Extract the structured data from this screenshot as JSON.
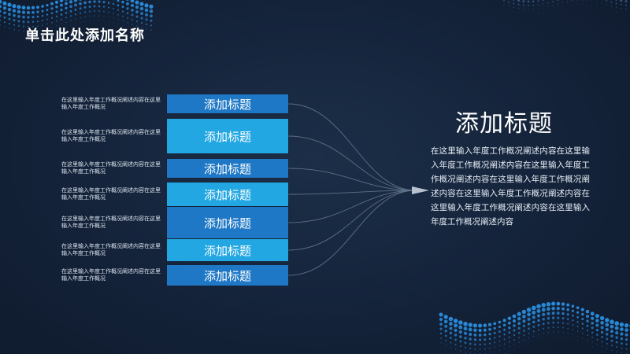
{
  "slide_title": "单击此处添加名称",
  "rows": [
    {
      "box": "添加标题",
      "text": "在这里输入年度工作概况阐述内容在这里输入年度工作概况",
      "color": "#1f78c6"
    },
    {
      "box": "添加标题",
      "text": "在这里输入年度工作概况阐述内容在这里输入年度工作概况",
      "color": "#22a7e2"
    },
    {
      "box": "添加标题",
      "text": "在这里输入年度工作概况阐述内容在这里输入年度工作概况",
      "color": "#1f78c6"
    },
    {
      "box": "添加标题",
      "text": "在这里输入年度工作概况阐述内容在这里输入年度工作概况",
      "color": "#22a7e2"
    },
    {
      "box": "添加标题",
      "text": "在这里输入年度工作概况阐述内容在这里输入年度工作概况",
      "color": "#1f78c6"
    },
    {
      "box": "添加标题",
      "text": "在这里输入年度工作概况阐述内容在这里输入年度工作概况",
      "color": "#22a7e2"
    },
    {
      "box": "添加标题",
      "text": "在这里输入年度工作概况阐述内容在这里输入年度工作概况",
      "color": "#1f78c6"
    }
  ],
  "right": {
    "title": "添加标题",
    "body": "在这里输入年度工作概况阐述内容在这里输入年度工作概况阐述内容在这里输入年度工作概况阐述内容在这里输入年度工作概况阐述内容在这里输入年度工作概况阐述内容在这里输入年度工作概况阐述内容在这里输入年度工作概况阐述内容"
  },
  "colors": {
    "background": "#14233a",
    "accent_dark": "#1f78c6",
    "accent_light": "#22a7e2",
    "dots": "#2a8fe0"
  }
}
